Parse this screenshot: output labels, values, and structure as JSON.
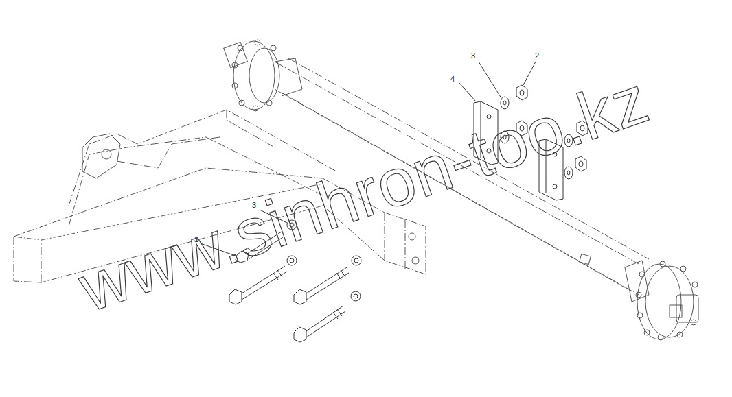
{
  "diagram": {
    "labels": [
      "3",
      "2",
      "4",
      "3",
      "1",
      "www.sinhron-too.kz"
    ]
  }
}
